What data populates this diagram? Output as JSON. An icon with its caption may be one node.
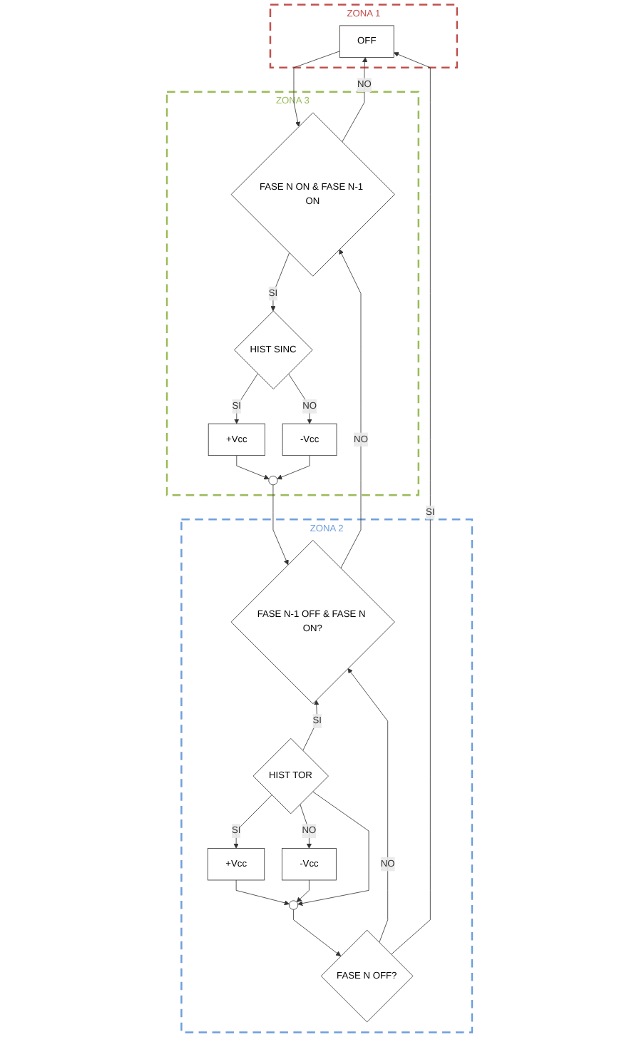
{
  "diagram": {
    "nodes": [
      {
        "text": [
          "ZONA 1"
        ]
      },
      {
        "text": [
          "OFF"
        ],
        "in": 0
      },
      {
        "text": [
          "ZONA 3"
        ]
      },
      {
        "text": [
          "FASE N ON & FASE N-1 ON"
        ],
        "in": 2
      },
      {
        "text": [
          "HIST SINC"
        ],
        "in": 2
      },
      {
        "text": [
          "+Vcc"
        ],
        "in": 2
      },
      {
        "text": [
          "-Vcc"
        ],
        "in": 2
      },
      {
        "text": [],
        "shape": "circle",
        "in": 2
      },
      {
        "text": [
          "ZONA 2"
        ]
      },
      {
        "text": [
          "FASE N-1 OFF & FASE N ON?"
        ],
        "in": 8
      },
      {
        "text": [
          "HIST TOR"
        ],
        "in": 8
      },
      {
        "text": [
          "+Vcc"
        ],
        "in": 8
      },
      {
        "text": [
          "-Vcc"
        ],
        "in": 8
      },
      {
        "text": [],
        "shape": "circle",
        "in": 8
      },
      {
        "text": [
          "FASE N OFF?"
        ],
        "in": 8
      }
    ],
    "edges": [
      {
        "from": 1,
        "to": 3,
        "arrow": "to"
      },
      {
        "from": 3,
        "to": 1,
        "label": "NO",
        "arrow": "to"
      },
      {
        "from": 3,
        "to": 4,
        "label": "SI",
        "arrow": "to"
      },
      {
        "from": 4,
        "to": 5,
        "label": "SI",
        "arrow": "to"
      },
      {
        "from": 4,
        "to": 6,
        "label": "NO",
        "arrow": "to"
      },
      {
        "from": 5,
        "to": 7,
        "arrow": "to"
      },
      {
        "from": 6,
        "to": 7,
        "arrow": "to"
      },
      {
        "from": 7,
        "to": 9,
        "arrow": "to"
      },
      {
        "from": 9,
        "to": 3,
        "label": "NO",
        "arrow": "to"
      },
      {
        "from": 10,
        "to": 9,
        "label": "SI",
        "arrow": "to"
      },
      {
        "from": 10,
        "to": 11,
        "label": "SI",
        "arrow": "to"
      },
      {
        "from": 10,
        "to": 12,
        "label": "NO",
        "arrow": "to"
      },
      {
        "from": 10,
        "to": 13,
        "arrow": "to"
      },
      {
        "from": 11,
        "to": 13,
        "arrow": "to"
      },
      {
        "from": 12,
        "to": 13,
        "arrow": "to"
      },
      {
        "from": 13,
        "to": 14,
        "arrow": "to"
      },
      {
        "from": 14,
        "to": 1,
        "label": "SI",
        "arrow": "to"
      },
      {
        "from": 14,
        "to": 9,
        "label": "NO",
        "arrow": "to"
      }
    ]
  }
}
